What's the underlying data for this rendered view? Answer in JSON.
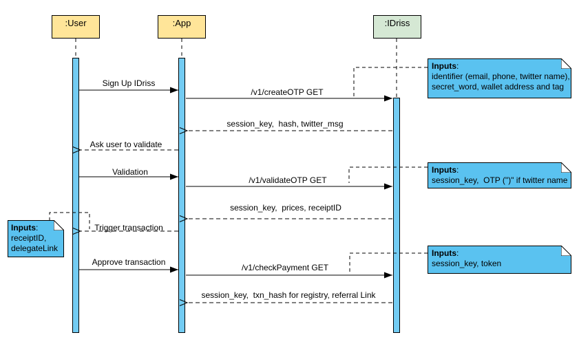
{
  "diagram": {
    "actors": [
      {
        "id": "user",
        "label": ":User",
        "fill": "#ffe599"
      },
      {
        "id": "app",
        "label": ":App",
        "fill": "#ffe599"
      },
      {
        "id": "idriss",
        "label": ":IDriss",
        "fill": "#d5e8d4"
      }
    ],
    "messages": [
      {
        "label": "Sign Up IDriss",
        "from": ":User",
        "to": ":App",
        "type": "sync"
      },
      {
        "label": "/v1/createOTP GET",
        "from": ":App",
        "to": ":IDriss",
        "type": "sync"
      },
      {
        "label": "session_key,  hash, twitter_msg",
        "from": ":IDriss",
        "to": ":App",
        "type": "return"
      },
      {
        "label": "Ask user to validate",
        "from": ":App",
        "to": ":User",
        "type": "return"
      },
      {
        "label": "Validation",
        "from": ":User",
        "to": ":App",
        "type": "sync"
      },
      {
        "label": "/v1/validateOTP GET",
        "from": ":App",
        "to": ":IDriss",
        "type": "sync"
      },
      {
        "label": "session_key,  prices, receiptID",
        "from": ":IDriss",
        "to": ":App",
        "type": "return"
      },
      {
        "label": "Trigger transaction",
        "from": ":App",
        "to": ":User",
        "type": "return"
      },
      {
        "label": "Approve transaction",
        "from": ":User",
        "to": ":App",
        "type": "sync"
      },
      {
        "label": "/v1/checkPayment GET",
        "from": ":App",
        "to": ":IDriss",
        "type": "sync"
      },
      {
        "label": "session_key,  txn_hash for registry, referral Link",
        "from": ":IDriss",
        "to": ":App",
        "type": "return"
      }
    ],
    "notes": [
      {
        "title": "Inputs",
        "colon": ":",
        "lines": [
          "identifier (email, phone, twitter name),",
          "secret_word, wallet address and tag"
        ]
      },
      {
        "title": "Inputs",
        "colon": ":",
        "lines": [
          "session_key,  OTP (\")\" if twitter name"
        ]
      },
      {
        "title": "Inputs",
        "colon": ":",
        "lines": [
          "session_key, token"
        ]
      },
      {
        "title": "Inputs",
        "colon": ":",
        "lines": [
          "receiptID,",
          "delegateLink"
        ]
      }
    ],
    "colors": {
      "actor_fill": "#ffe599",
      "service_fill": "#d5e8d4",
      "activation_fill": "#73ccf3",
      "note_fill": "#5ac2f0",
      "line": "#000000"
    }
  }
}
